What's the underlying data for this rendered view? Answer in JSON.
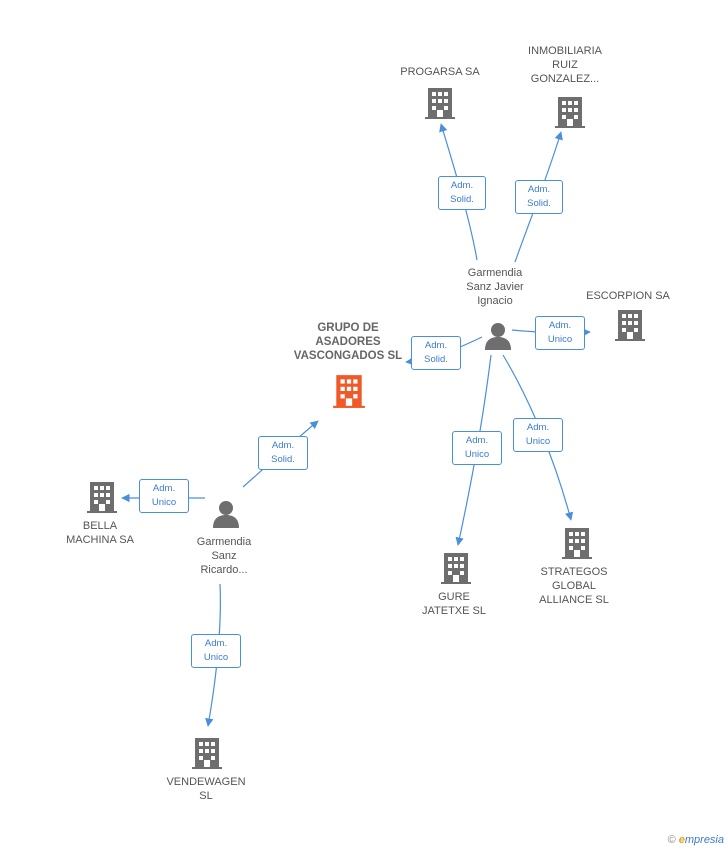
{
  "nodes": {
    "progarsa": "PROGARSA SA",
    "inmobiliaria": "INMOBILIARIA\nRUIZ\nGONZALEZ...",
    "javier": "Garmendia\nSanz Javier\nIgnacio",
    "escorpion": "ESCORPION SA",
    "grupo": "GRUPO DE\nASADORES\nVASCONGADOS SL",
    "bella": "BELLA\nMACHINA SA",
    "ricardo": "Garmendia\nSanz\nRicardo...",
    "gure": "GURE\nJATETXE SL",
    "strategos": "STRATEGOS\nGLOBAL\nALLIANCE SL",
    "vendewagen": "VENDEWAGEN\nSL"
  },
  "edge_labels": {
    "e1": "Adm.\nSolid.",
    "e2": "Adm.\nSolid.",
    "e3": "Adm.\nUnico",
    "e4": "Adm.\nSolid.",
    "e5": "Adm.\nUnico",
    "e6": "Adm.\nUnico",
    "e7": "Adm.\nSolid.",
    "e8": "Adm.\nUnico",
    "e9": "Adm.\nUnico"
  },
  "colors": {
    "edge": "#4a8fdc",
    "building": "#6e6e6e",
    "main_building": "#f05a28",
    "person": "#6e6e6e"
  },
  "footer": {
    "copyright": "©",
    "brand_e": "e",
    "brand_rest": "mpresia"
  }
}
